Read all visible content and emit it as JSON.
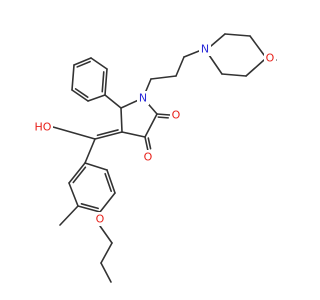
{
  "molecule": {
    "background": "#ffffff",
    "colors": {
      "carbon": "#333333",
      "oxygen": "#e8221b",
      "nitrogen": "#2a2ad8"
    },
    "atom_labels": {
      "oxygen": "O",
      "nitrogen": "N",
      "hydroxyl": "HO"
    }
  }
}
